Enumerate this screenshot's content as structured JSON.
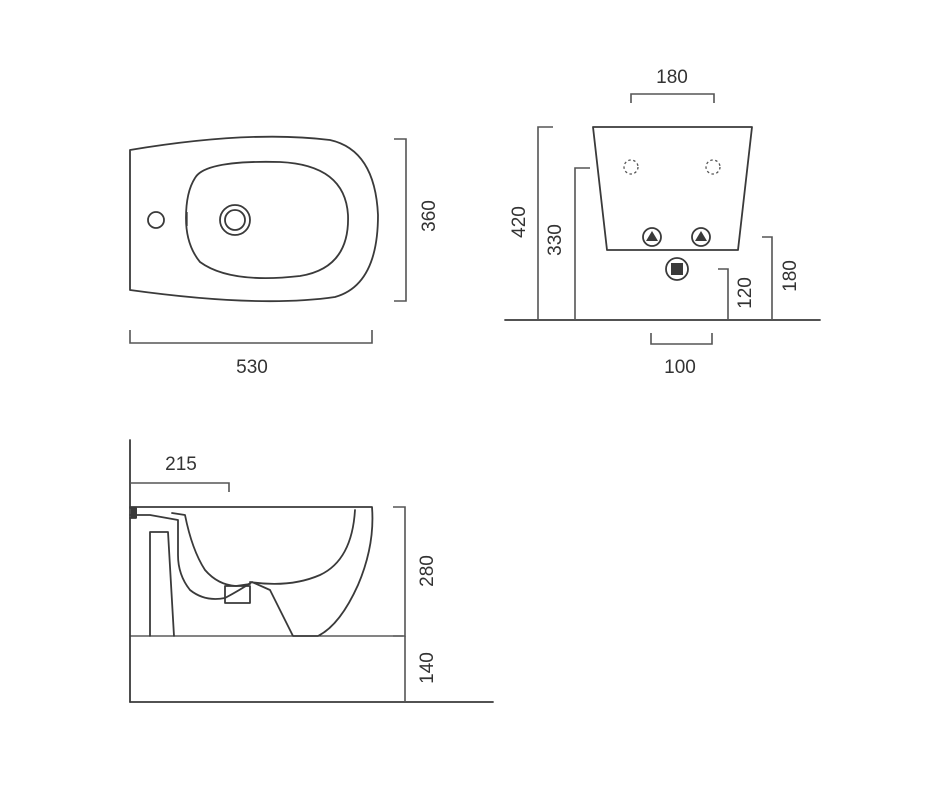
{
  "dimensions": {
    "top_view": {
      "width": "530",
      "depth": "360"
    },
    "front_view": {
      "fixing_distance": "180",
      "total_height": "420",
      "fixing_height": "330",
      "inlet_height": "180",
      "waste_height": "120",
      "waste_spacing": "100"
    },
    "side_view": {
      "fixing_offset": "215",
      "bowl_height": "280",
      "floor_clearance": "140"
    }
  },
  "colors": {
    "line": "#3a3a3a",
    "text": "#333333"
  }
}
